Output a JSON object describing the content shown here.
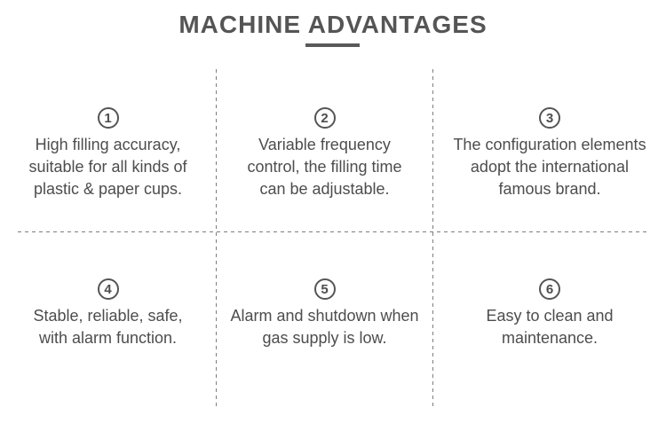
{
  "header": {
    "title": "MACHINE ADVANTAGES"
  },
  "advantages": {
    "items": [
      {
        "number": "1",
        "text": "High filling accuracy,\nsuitable for all kinds of\nplastic & paper cups."
      },
      {
        "number": "2",
        "text": "Variable frequency\ncontrol, the filling time\ncan be adjustable."
      },
      {
        "number": "3",
        "text": "The configuration elements\nadopt the international\nfamous brand."
      },
      {
        "number": "4",
        "text": "Stable, reliable, safe,\nwith alarm function."
      },
      {
        "number": "5",
        "text": "Alarm and shutdown when\ngas supply is low."
      },
      {
        "number": "6",
        "text": "Easy to clean and\nmaintenance."
      }
    ]
  },
  "colors": {
    "text": "#4d4d4d",
    "title": "#555555",
    "divider": "#7d7d7d"
  }
}
